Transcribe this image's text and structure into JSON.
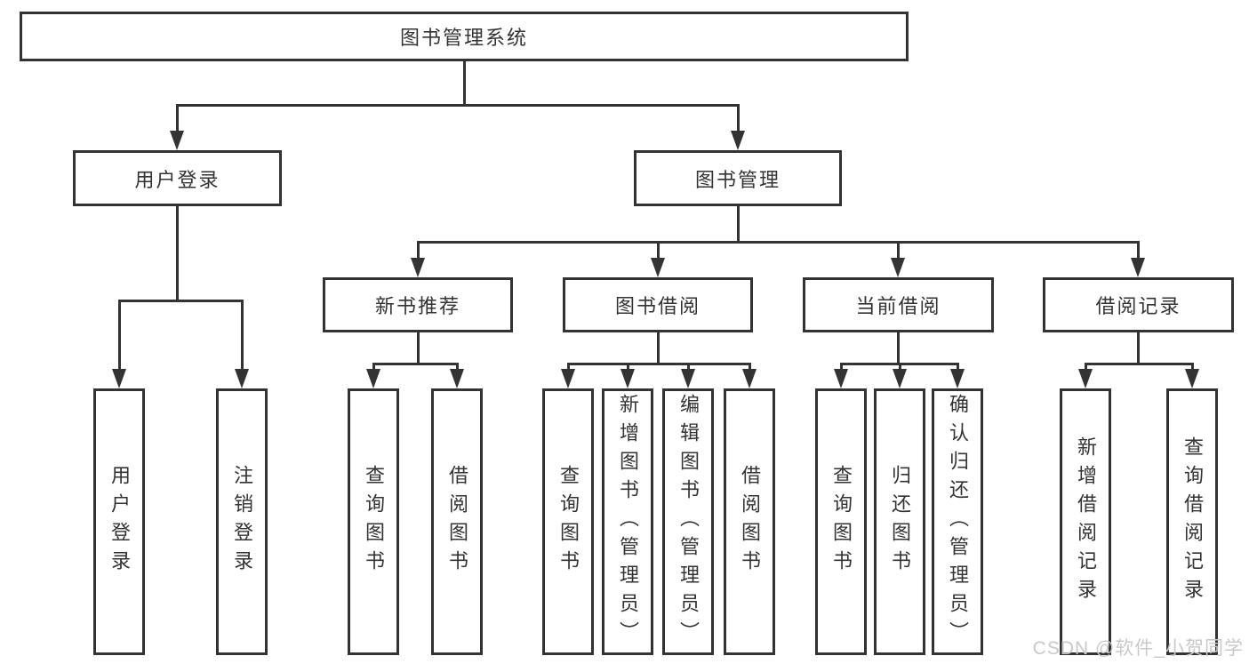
{
  "diagram_title": "图书管理系统",
  "watermark": "CSDN @软件_小贺同学",
  "colors": {
    "line": "#333333",
    "box_border": "#333333",
    "box_background": "#ffffff",
    "text": "#333333",
    "watermark": "#c9c9c9",
    "page_background": "#ffffff"
  },
  "nodes": {
    "root": {
      "label": "图书管理系统"
    },
    "user_login": {
      "label": "用户登录"
    },
    "book_management": {
      "label": "图书管理"
    },
    "new_book_recommend": {
      "label": "新书推荐"
    },
    "book_borrowing": {
      "label": "图书借阅"
    },
    "current_borrowing": {
      "label": "当前借阅"
    },
    "borrowing_records": {
      "label": "借阅记录"
    },
    "user_login_leaf": {
      "label": "用户登录"
    },
    "logout_leaf": {
      "label": "注销登录"
    },
    "recommend_query_books": {
      "label": "查询图书"
    },
    "recommend_borrow_books": {
      "label": "借阅图书"
    },
    "borrowing_query_books": {
      "label": "查询图书"
    },
    "borrowing_add_books": {
      "label": "新增图书（管理员）"
    },
    "borrowing_edit_books": {
      "label": "编辑图书（管理员）"
    },
    "borrowing_borrow_books": {
      "label": "借阅图书"
    },
    "current_query_books": {
      "label": "查询图书"
    },
    "current_return_books": {
      "label": "归还图书"
    },
    "current_confirm_return": {
      "label": "确认归还（管理员）"
    },
    "records_add_record": {
      "label": "新增借阅记录"
    },
    "records_query_record": {
      "label": "查询借阅记录"
    }
  },
  "structure": [
    {
      "parent": "图书管理系统",
      "children": [
        "用户登录",
        "图书管理"
      ]
    },
    {
      "parent": "用户登录",
      "children": [
        "用户登录",
        "注销登录"
      ]
    },
    {
      "parent": "图书管理",
      "children": [
        "新书推荐",
        "图书借阅",
        "当前借阅",
        "借阅记录"
      ]
    },
    {
      "parent": "新书推荐",
      "children": [
        "查询图书",
        "借阅图书"
      ]
    },
    {
      "parent": "图书借阅",
      "children": [
        "查询图书",
        "新增图书（管理员）",
        "编辑图书（管理员）",
        "借阅图书"
      ]
    },
    {
      "parent": "当前借阅",
      "children": [
        "查询图书",
        "归还图书",
        "确认归还（管理员）"
      ]
    },
    {
      "parent": "借阅记录",
      "children": [
        "新增借阅记录",
        "查询借阅记录"
      ]
    }
  ]
}
